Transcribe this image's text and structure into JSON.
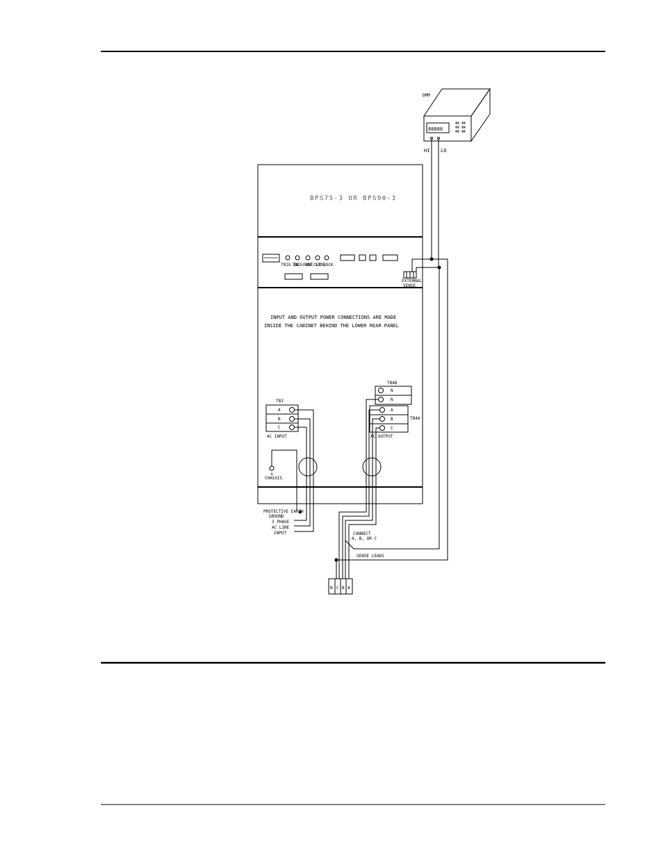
{
  "diagram": {
    "model_label": "BPS75-3 OR BPS90-3",
    "dmm_label": "DMM",
    "dmm_display": "88888",
    "dmm_hi": "HI",
    "dmm_lo": "LO",
    "panel_connectors": {
      "trig_in": "TRIG IN",
      "trig_out": "TRIG OUT",
      "func_strb": "FUNC STRB",
      "clk": "CLK",
      "lock": "LOCK"
    },
    "external_sense": [
      "EXTERNAL",
      "SENSE"
    ],
    "note_lines": [
      "INPUT AND OUTPUT POWER CONNECTIONS ARE MADE",
      "INSIDE THE CABINET BEHIND THE LOWER REAR PANEL"
    ],
    "tb3": "TB3",
    "tb3_terms": [
      "A",
      "B",
      "C"
    ],
    "ac_input": "AC INPUT",
    "tb4a": "TB4A",
    "tb4b": "TB4B",
    "tb4b_terms": [
      "N",
      "N"
    ],
    "tb4a_terms": [
      "A",
      "B",
      "C"
    ],
    "ac_output": "AC OUTPUT",
    "chassis_ground": [
      "CHASSIS"
    ],
    "protective_earth": [
      "PROTECTIVE EARTH",
      "GROUND"
    ],
    "line_input": [
      "3 PHASE",
      "AC LINE",
      "INPUT"
    ],
    "connect_note": [
      "CONNECT",
      "A, B, OR C"
    ],
    "sense_leads": "SENSE LEADS",
    "load_terms": [
      "N",
      "C",
      "B",
      "A"
    ]
  }
}
